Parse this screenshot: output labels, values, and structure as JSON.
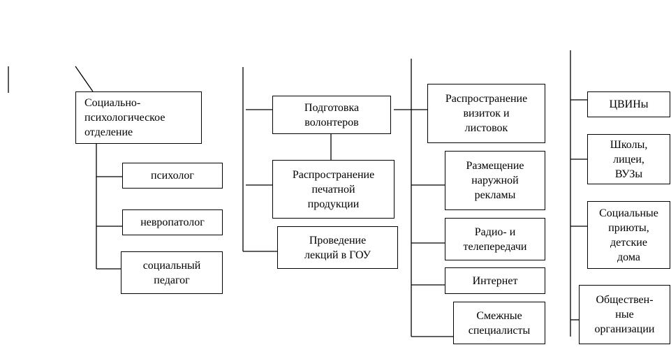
{
  "boxes": {
    "social_psych_dept": "Социально-\nпсихологическое\nотделение",
    "psychologist": "психолог",
    "neuropathologist": "невропатолог",
    "social_pedagogue": "социальный\nпедагог",
    "volunteer_training": "Подготовка\nволонтеров",
    "print_distribution": "Распространение\nпечатной\nпродукции",
    "lectures_gou": "Проведение\nлекций в ГОУ",
    "cards_leaflets": "Распространение\nвизиток и\nлистовок",
    "outdoor_ads": "Размещение\nнаружной\nрекламы",
    "radio_tv": "Радио- и\nтелепередачи",
    "internet": "Интернет",
    "related_specialists": "Смежные\nспециалисты",
    "tsvin": "ЦВИНы",
    "schools": "Школы,\nлицеи,\nВУЗы",
    "shelters": "Социальные\nприюты,\nдетские\nдома",
    "public_orgs": "Обществен-\nные\nорганизации"
  }
}
